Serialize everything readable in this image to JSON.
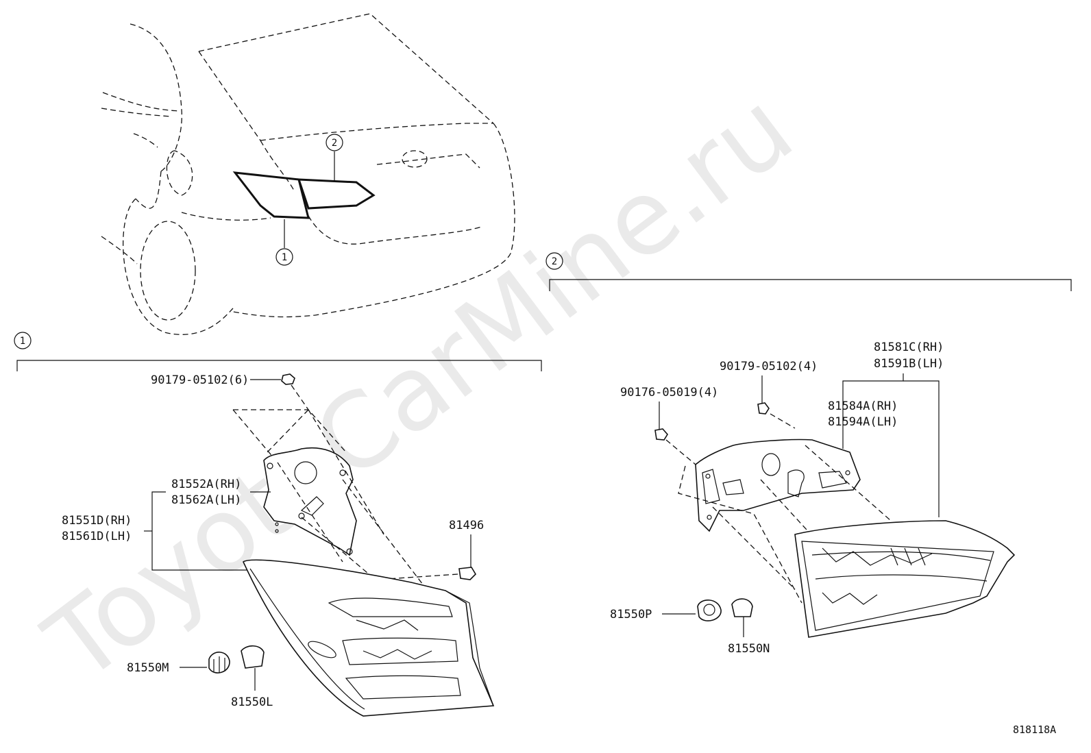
{
  "watermark": "ToyotaCarMine.ru",
  "diagram_code": "818118A",
  "overview": {
    "callout_1": "1",
    "callout_2": "2"
  },
  "section_1": {
    "marker": "1",
    "labels": {
      "screw": "90179-05102(6)",
      "gasket_rh": "81552A(RH)",
      "gasket_lh": "81562A(LH)",
      "lamp_rh": "81551D(RH)",
      "lamp_lh": "81561D(LH)",
      "clip": "81496",
      "socket": "81550M",
      "bulb": "81550L"
    }
  },
  "section_2": {
    "marker": "2",
    "labels": {
      "screw": "90179-05102(4)",
      "nut": "90176-05019(4)",
      "lamp_rh": "81581C(RH)",
      "lamp_lh": "81591B(LH)",
      "gasket_rh": "81584A(RH)",
      "gasket_lh": "81594A(LH)",
      "socket": "81550P",
      "bulb": "81550N"
    }
  }
}
